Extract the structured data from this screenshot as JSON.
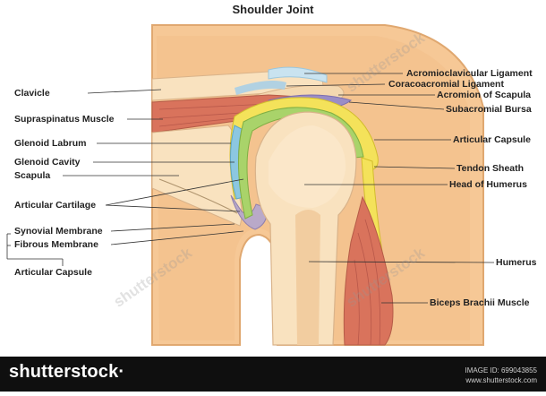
{
  "title": "Shoulder Joint",
  "labels_left": {
    "clavicle": "Clavicle",
    "supraspinatus": "Supraspinatus Muscle",
    "glenoid_labrum": "Glenoid Labrum",
    "glenoid_cavity": "Glenoid Cavity",
    "scapula": "Scapula",
    "articular_cartilage": "Articular Cartilage",
    "synovial_membrane": "Synovial Membrane",
    "fibrous_membrane": "Fibrous Membrane",
    "articular_capsule": "Articular Capsule"
  },
  "labels_right": {
    "acromioclavicular": "Acromioclavicular Ligament",
    "coracoacromial": "Coracoacromial Ligament",
    "acromion": "Acromion of Scapula",
    "subacromial_bursa": "Subacromial Bursa",
    "articular_capsule": "Articular Capsule",
    "tendon_sheath": "Tendon Sheath",
    "head_humerus": "Head of Humerus",
    "humerus": "Humerus",
    "biceps": "Biceps Brachii Muscle"
  },
  "watermark": "shutterstock",
  "footer": {
    "brand": "shutterstock·",
    "image_id": "IMAGE ID: 699043855",
    "site": "www.shutterstock.com"
  },
  "colors": {
    "skin": "#f6c896",
    "skin_edge": "#e0a870",
    "bone": "#f9e2bf",
    "marrow": "#f2cda0",
    "muscle": "#d9735c",
    "cartilage_green": "#a9d36a",
    "cavity_blue": "#8cc7e0",
    "capsule_yellow": "#f4e25a",
    "bursa_purple": "#9b8dc6",
    "membrane_gray": "#b9a9c9",
    "footer": "#0f0f0f"
  }
}
